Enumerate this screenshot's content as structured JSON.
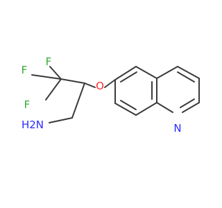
{
  "molecule": {
    "labels": {
      "f1": "F",
      "f2": "F",
      "f3": "F",
      "o": "O",
      "n": "N",
      "nh2": "H2N"
    },
    "colors": {
      "bond": "#3a3a3a",
      "fluorine": "#33aa33",
      "oxygen": "#ff2a2a",
      "nitrogen": "#2a2aff"
    }
  }
}
